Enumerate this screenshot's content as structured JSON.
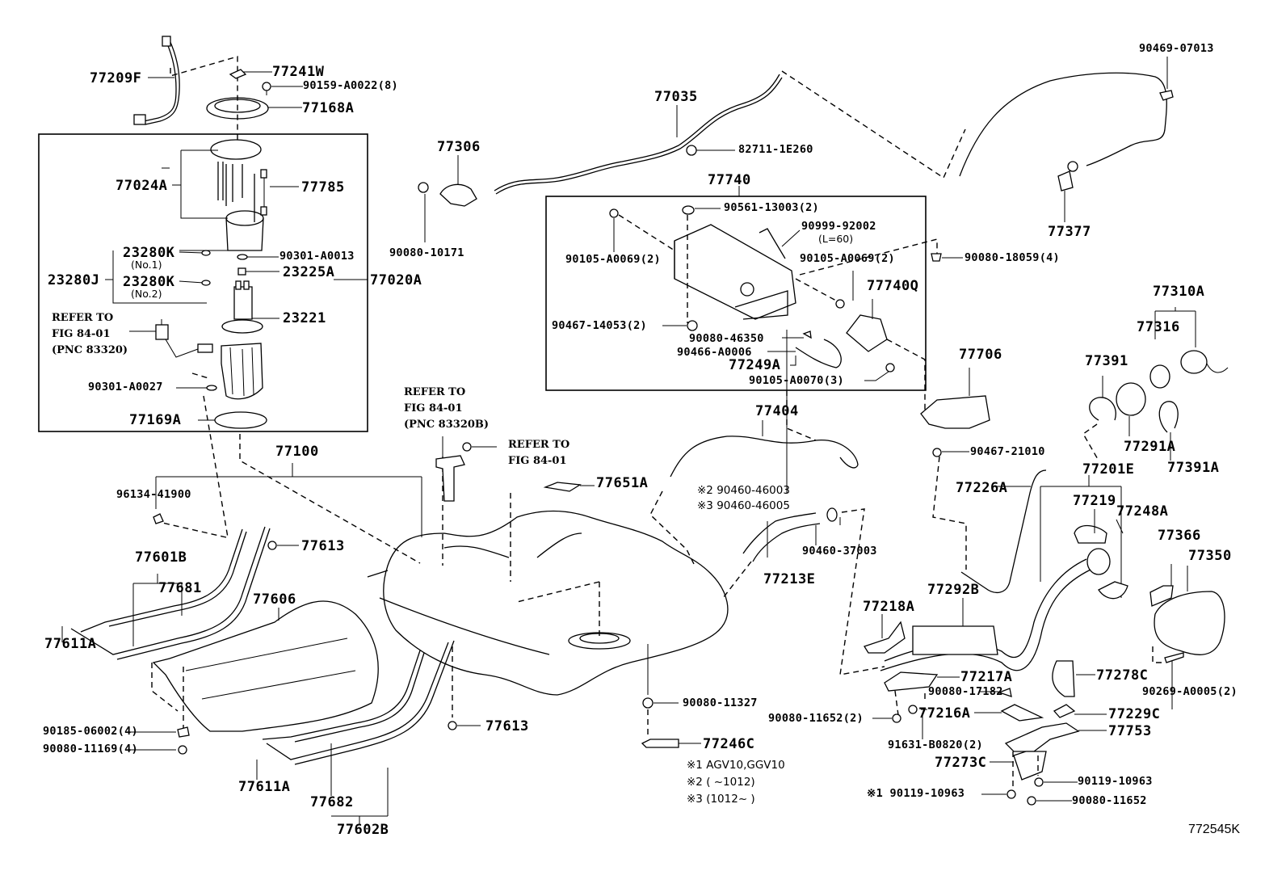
{
  "diagram": {
    "type": "exploded parts diagram",
    "subject": "Fuel tank, fuel pump assembly, filler pipe and charcoal canister",
    "figure_id": "772545K"
  },
  "labels": {
    "p77209F": "77209F",
    "p77241W": "77241W",
    "p90159": "90159-A0022(8)",
    "p77168A": "77168A",
    "p77024A": "77024A",
    "p77785": "77785",
    "p23280K_1": "23280K",
    "p23280K_1_sub": "(No.1)",
    "p90301_A0013": "90301-A0013",
    "p23280J": "23280J",
    "p23280K_2": "23280K",
    "p23280K_2_sub": "(No.2)",
    "p23225A": "23225A",
    "p77020A": "77020A",
    "p23221": "23221",
    "p90301_A0027": "90301-A0027",
    "p77169A": "77169A",
    "p77035": "77035",
    "p77306": "77306",
    "p82711": "82711-1E260",
    "p90080_10171": "90080-10171",
    "p77740": "77740",
    "p90561": "90561-13003(2)",
    "p90999": "90999-92002",
    "p90999_sub": "(L=60)",
    "p90105_A0069_l": "90105-A0069(2)",
    "p90105_A0069_r": "90105-A0069(2)",
    "p77740Q": "77740Q",
    "p90467_14053": "90467-14053(2)",
    "p90080_46350": "90080-46350",
    "p90466": "90466-A0006",
    "p77249A": "77249A",
    "p90105_A0070": "90105-A0070(3)",
    "p90469": "90469-07013",
    "p77377": "77377",
    "p90080_18059": "90080-18059(4)",
    "p77310A": "77310A",
    "p77316": "77316",
    "p77706": "77706",
    "p77391": "77391",
    "p77291A": "77291A",
    "p77391A": "77391A",
    "p90467_21010": "90467-21010",
    "p77201E": "77201E",
    "p77226A": "77226A",
    "p77219": "77219",
    "p77248A": "77248A",
    "p77366": "77366",
    "p77350": "77350",
    "p77404": "77404",
    "p77100": "77100",
    "p96134": "96134-41900",
    "p77651A": "77651A",
    "p90460_46003": "※2 90460-46003",
    "p90460_46005": "※3 90460-46005",
    "p90460_37003": "90460-37003",
    "p77213E": "77213E",
    "p77613_a": "77613",
    "p77601B": "77601B",
    "p77681": "77681",
    "p77606": "77606",
    "p77611A_a": "77611A",
    "p77292B": "77292B",
    "p77218A": "77218A",
    "p77278C": "77278C",
    "p90269": "90269-A0005(2)",
    "p77217A": "77217A",
    "p90080_17182": "90080-17182",
    "p90080_11652_2": "90080-11652(2)",
    "p77216A": "77216A",
    "p77229C": "77229C",
    "p77753": "77753",
    "p91631": "91631-B0820(2)",
    "p77273C": "77273C",
    "p90119_a": "※1 90119-10963",
    "p90119_b": "90119-10963",
    "p90080_11652": "90080-11652",
    "p90185": "90185-06002(4)",
    "p90080_11169": "90080-11169(4)",
    "p77613_b": "77613",
    "p77611A_b": "77611A",
    "p77682": "77682",
    "p77602B": "77602B",
    "p90080_11327": "90080-11327",
    "p77246C": "77246C"
  },
  "references": {
    "pnc83320": "REFER TO\nFIG 84-01\n(PNC 83320)",
    "pnc83320B": "REFER TO\nFIG 84-01\n(PNC 83320B)",
    "fig8401": "REFER TO\nFIG 84-01"
  },
  "notes": {
    "n1": "※1 AGV10,GGV10",
    "n2": "※2 (      ~1012)",
    "n3": "※3 (1012~      )"
  }
}
